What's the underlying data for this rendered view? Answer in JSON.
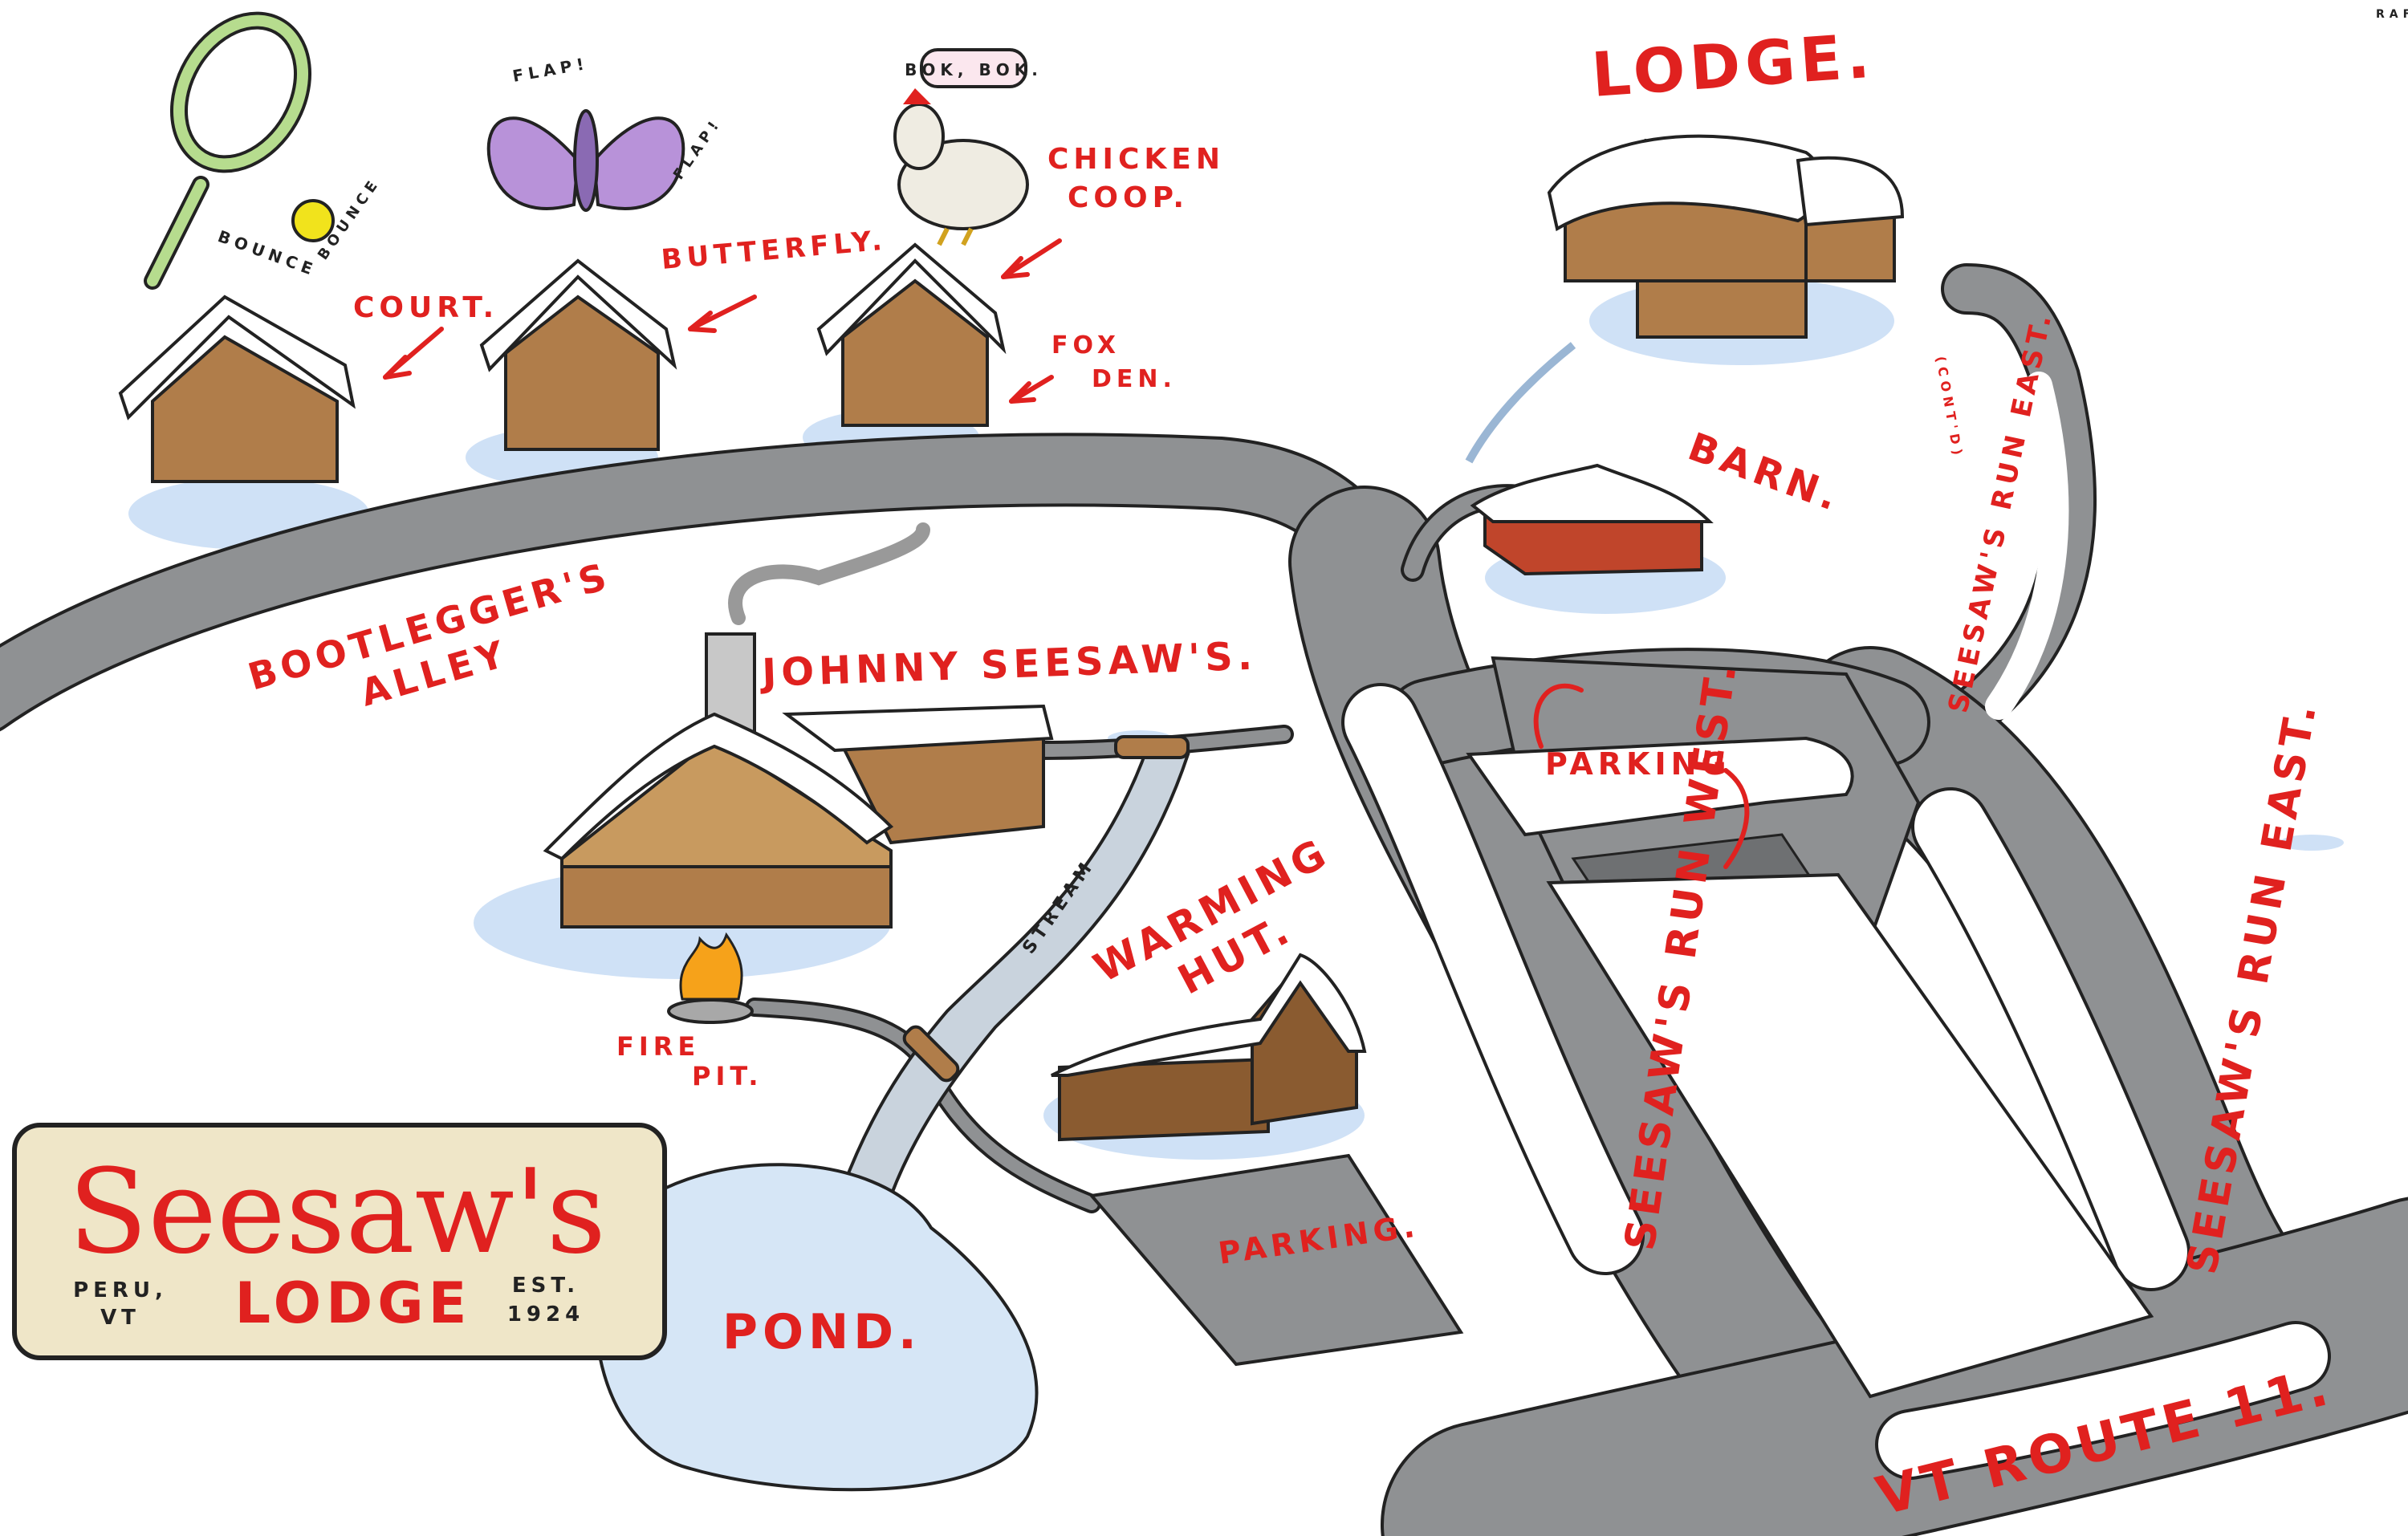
{
  "colors": {
    "label_red": "#e0211f",
    "road_gray": "#8f9193",
    "snow_blue": "#cfe1f6",
    "wood_brown": "#b07d4a",
    "barn_red": "#c0452b",
    "sign_bg": "#efe6c8"
  },
  "artist": "RAFE",
  "sign": {
    "name": "Seesaw's",
    "subtitle": "LODGE",
    "location_line1": "PERU,",
    "location_line2": "VT",
    "est_line1": "EST.",
    "est_line2": "1924"
  },
  "labels": {
    "court": "COURT.",
    "bounce1": "BOUNCE",
    "bounce2": "BOUNCE",
    "butterfly": "BUTTERFLY.",
    "flap1": "FLAP!",
    "flap2": "FLAP!",
    "chicken_line1": "CHICKEN",
    "chicken_line2": "COOP.",
    "bok": "BOK, BOK.",
    "fox_line1": "FOX",
    "fox_line2": "DEN.",
    "lodge": "LODGE.",
    "barn": "BARN.",
    "bootlegger_line1": "BOOTLEGGER'S",
    "bootlegger_line2": "ALLEY",
    "johnny": "JOHNNY SEESAW'S.",
    "stream": "STREAM",
    "warming_line1": "WARMING",
    "warming_line2": "HUT.",
    "fire_line1": "FIRE",
    "fire_line2": "PIT.",
    "parking_top": "PARKING",
    "parking_bottom": "PARKING.",
    "pond": "POND.",
    "run_west": "SEESAW'S RUN WEST.",
    "run_east": "SEESAW'S RUN EAST.",
    "run_east_upper": "SEESAW'S RUN EAST.",
    "run_east_cont": "(CONT'D)",
    "route": "VT ROUTE 11."
  }
}
